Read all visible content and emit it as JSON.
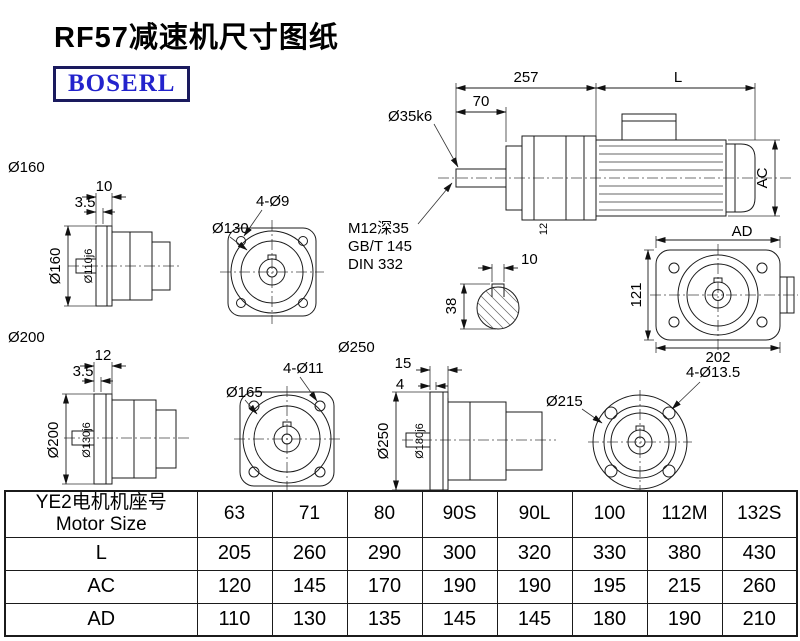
{
  "page": {
    "title": "RF57减速机尺寸图纸",
    "logo_text": "BOSERL"
  },
  "main_view": {
    "dim_257": "257",
    "dim_L": "L",
    "dim_70": "70",
    "shaft_dia": "Ø35k6",
    "dim_AC": "AC",
    "dim_key": "12",
    "notes": [
      "M12深35",
      "GB/T 145",
      "DIN 332"
    ]
  },
  "shaft_section": {
    "dim_width": "10",
    "dim_height": "38"
  },
  "rear_view": {
    "dim_AD": "AD",
    "dim_121": "121",
    "dim_202": "202"
  },
  "view160": {
    "label": "Ø160",
    "dim_a": "10",
    "dim_b": "3.5",
    "flange_dia": "Ø160",
    "spigot_dia": "Ø110j6"
  },
  "flange130": {
    "dia": "Ø130",
    "holes": "4-Ø9"
  },
  "view200": {
    "label": "Ø200",
    "dim_a": "12",
    "dim_b": "3.5",
    "flange_dia": "Ø200",
    "spigot_dia": "Ø130j6"
  },
  "view250": {
    "label": "Ø250",
    "dim_a": "15",
    "dim_b": "4",
    "flange_dia": "Ø250",
    "spigot_dia": "Ø180j6"
  },
  "flange165": {
    "dia": "Ø165",
    "holes": "4-Ø11"
  },
  "flange215": {
    "dia": "Ø215",
    "holes": "4-Ø13.5"
  },
  "table": {
    "header_line1": "YE2电机机座号",
    "header_line2": "Motor Size",
    "sizes": [
      "63",
      "71",
      "80",
      "90S",
      "90L",
      "100",
      "112M",
      "132S"
    ],
    "rows": [
      {
        "label": "L",
        "values": [
          "205",
          "260",
          "290",
          "300",
          "320",
          "330",
          "380",
          "430"
        ]
      },
      {
        "label": "AC",
        "values": [
          "120",
          "145",
          "170",
          "190",
          "190",
          "195",
          "215",
          "260"
        ]
      },
      {
        "label": "AD",
        "values": [
          "110",
          "130",
          "135",
          "145",
          "145",
          "180",
          "190",
          "210"
        ]
      }
    ]
  }
}
